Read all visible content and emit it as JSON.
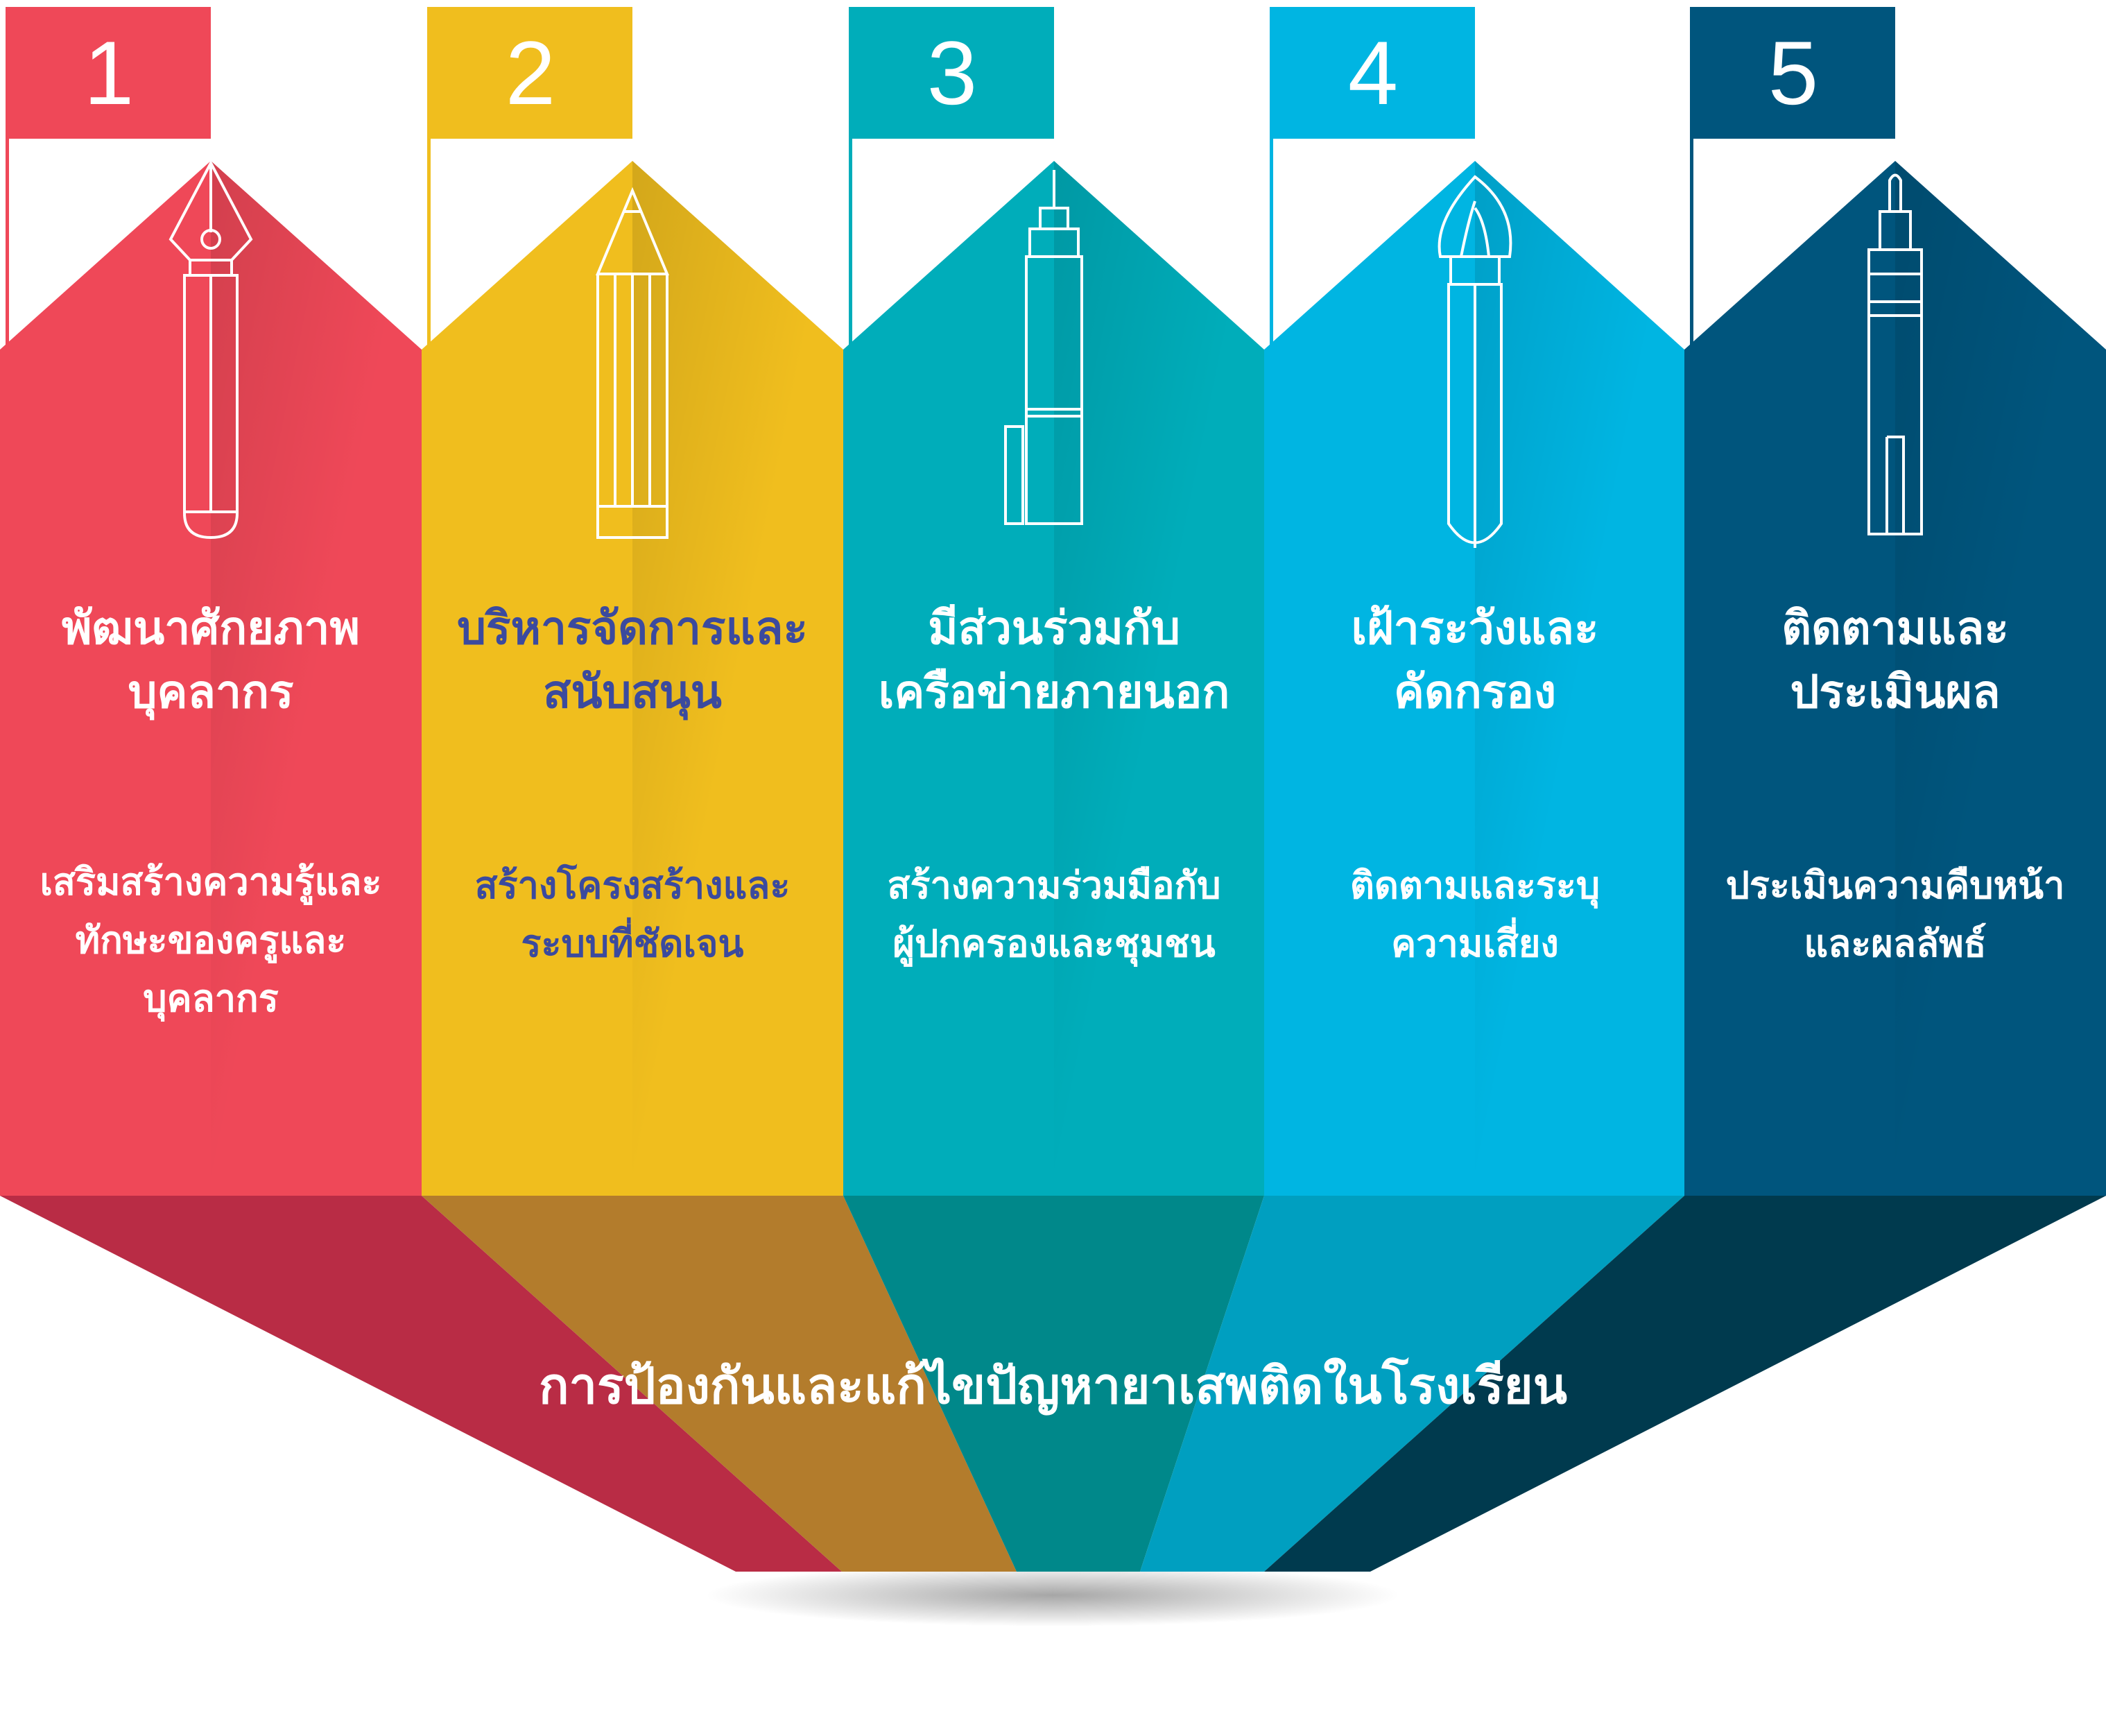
{
  "title": "การป้องกันและแก้ไขปัญหายาเสพติดในโรงเรียน",
  "colors": {
    "columns": [
      "#EF4858",
      "#F0BE1E",
      "#00ADBA",
      "#00B5E2",
      "#00557D"
    ],
    "funnel": [
      "#B92C45",
      "#B37C2C",
      "#00888A",
      "#009FC0",
      "#003A4E"
    ],
    "dark_text": "#3B4A9E"
  },
  "steps": [
    {
      "number": "1",
      "icon": "fountain-pen-icon",
      "heading": [
        "พัฒนาศักยภาพ",
        "บุคลากร"
      ],
      "body": [
        "เสริมสร้างความรู้และ",
        "ทักษะของครูและ",
        "บุคลากร"
      ]
    },
    {
      "number": "2",
      "icon": "pencil-icon",
      "heading": [
        "บริหารจัดการและ",
        "สนับสนุน"
      ],
      "body": [
        "สร้างโครงสร้างและ",
        "ระบบที่ชัดเจน"
      ]
    },
    {
      "number": "3",
      "icon": "marker-icon",
      "heading": [
        "มีส่วนร่วมกับ",
        "เครือข่ายภายนอก"
      ],
      "body": [
        "สร้างความร่วมมือกับ",
        "ผู้ปกครองและชุมชน"
      ]
    },
    {
      "number": "4",
      "icon": "paintbrush-icon",
      "heading": [
        "เฝ้าระวังและ",
        "คัดกรอง"
      ],
      "body": [
        "ติดตามและระบุ",
        "ความเสี่ยง"
      ]
    },
    {
      "number": "5",
      "icon": "ink-pen-icon",
      "heading": [
        "ติดตามและ",
        "ประเมินผล"
      ],
      "body": [
        "ประเมินความคืบหน้า",
        "และผลลัพธ์"
      ]
    }
  ]
}
